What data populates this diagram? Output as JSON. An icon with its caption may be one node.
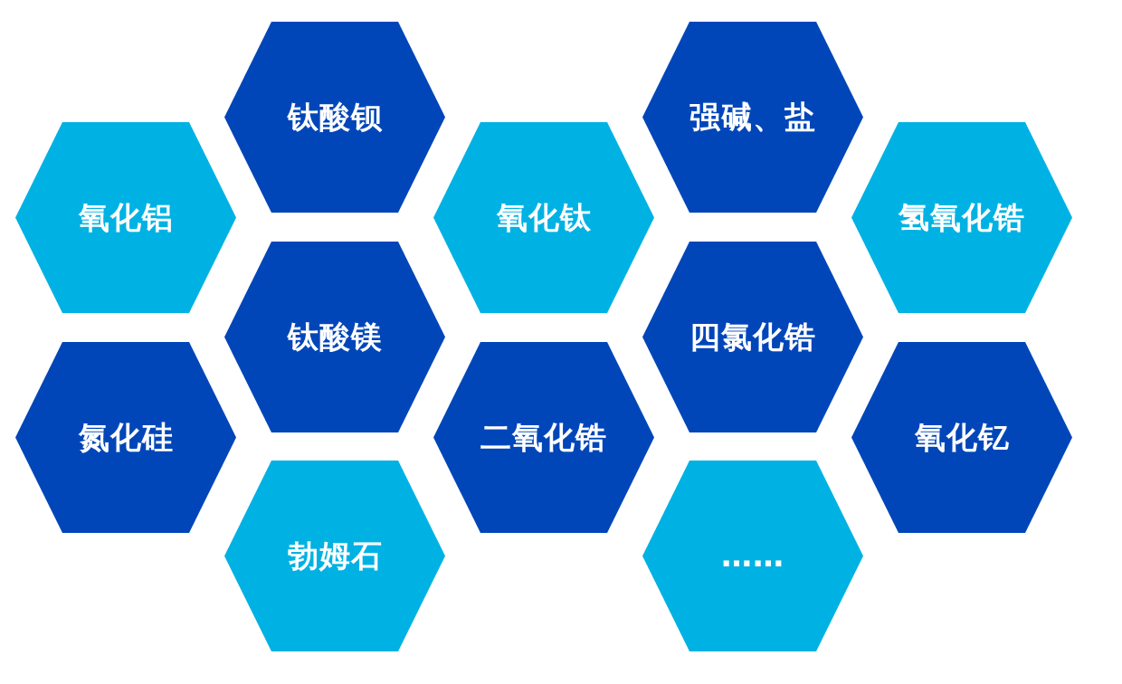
{
  "diagram": {
    "nodes": [
      {
        "text": [
          "钛酸钡"
        ]
      },
      {
        "text": [
          "强碱、盐"
        ]
      },
      {
        "text": [
          "氧化铝"
        ]
      },
      {
        "text": [
          "氧化钛"
        ]
      },
      {
        "text": [
          "氢氧化锆"
        ]
      },
      {
        "text": [
          "钛酸镁"
        ]
      },
      {
        "text": [
          "四氯化锆"
        ]
      },
      {
        "text": [
          "氮化硅"
        ]
      },
      {
        "text": [
          "二氧化锆"
        ]
      },
      {
        "text": [
          "氧化钇"
        ]
      },
      {
        "text": [
          "勃姆石"
        ]
      },
      {
        "text": [
          "……"
        ]
      }
    ]
  }
}
